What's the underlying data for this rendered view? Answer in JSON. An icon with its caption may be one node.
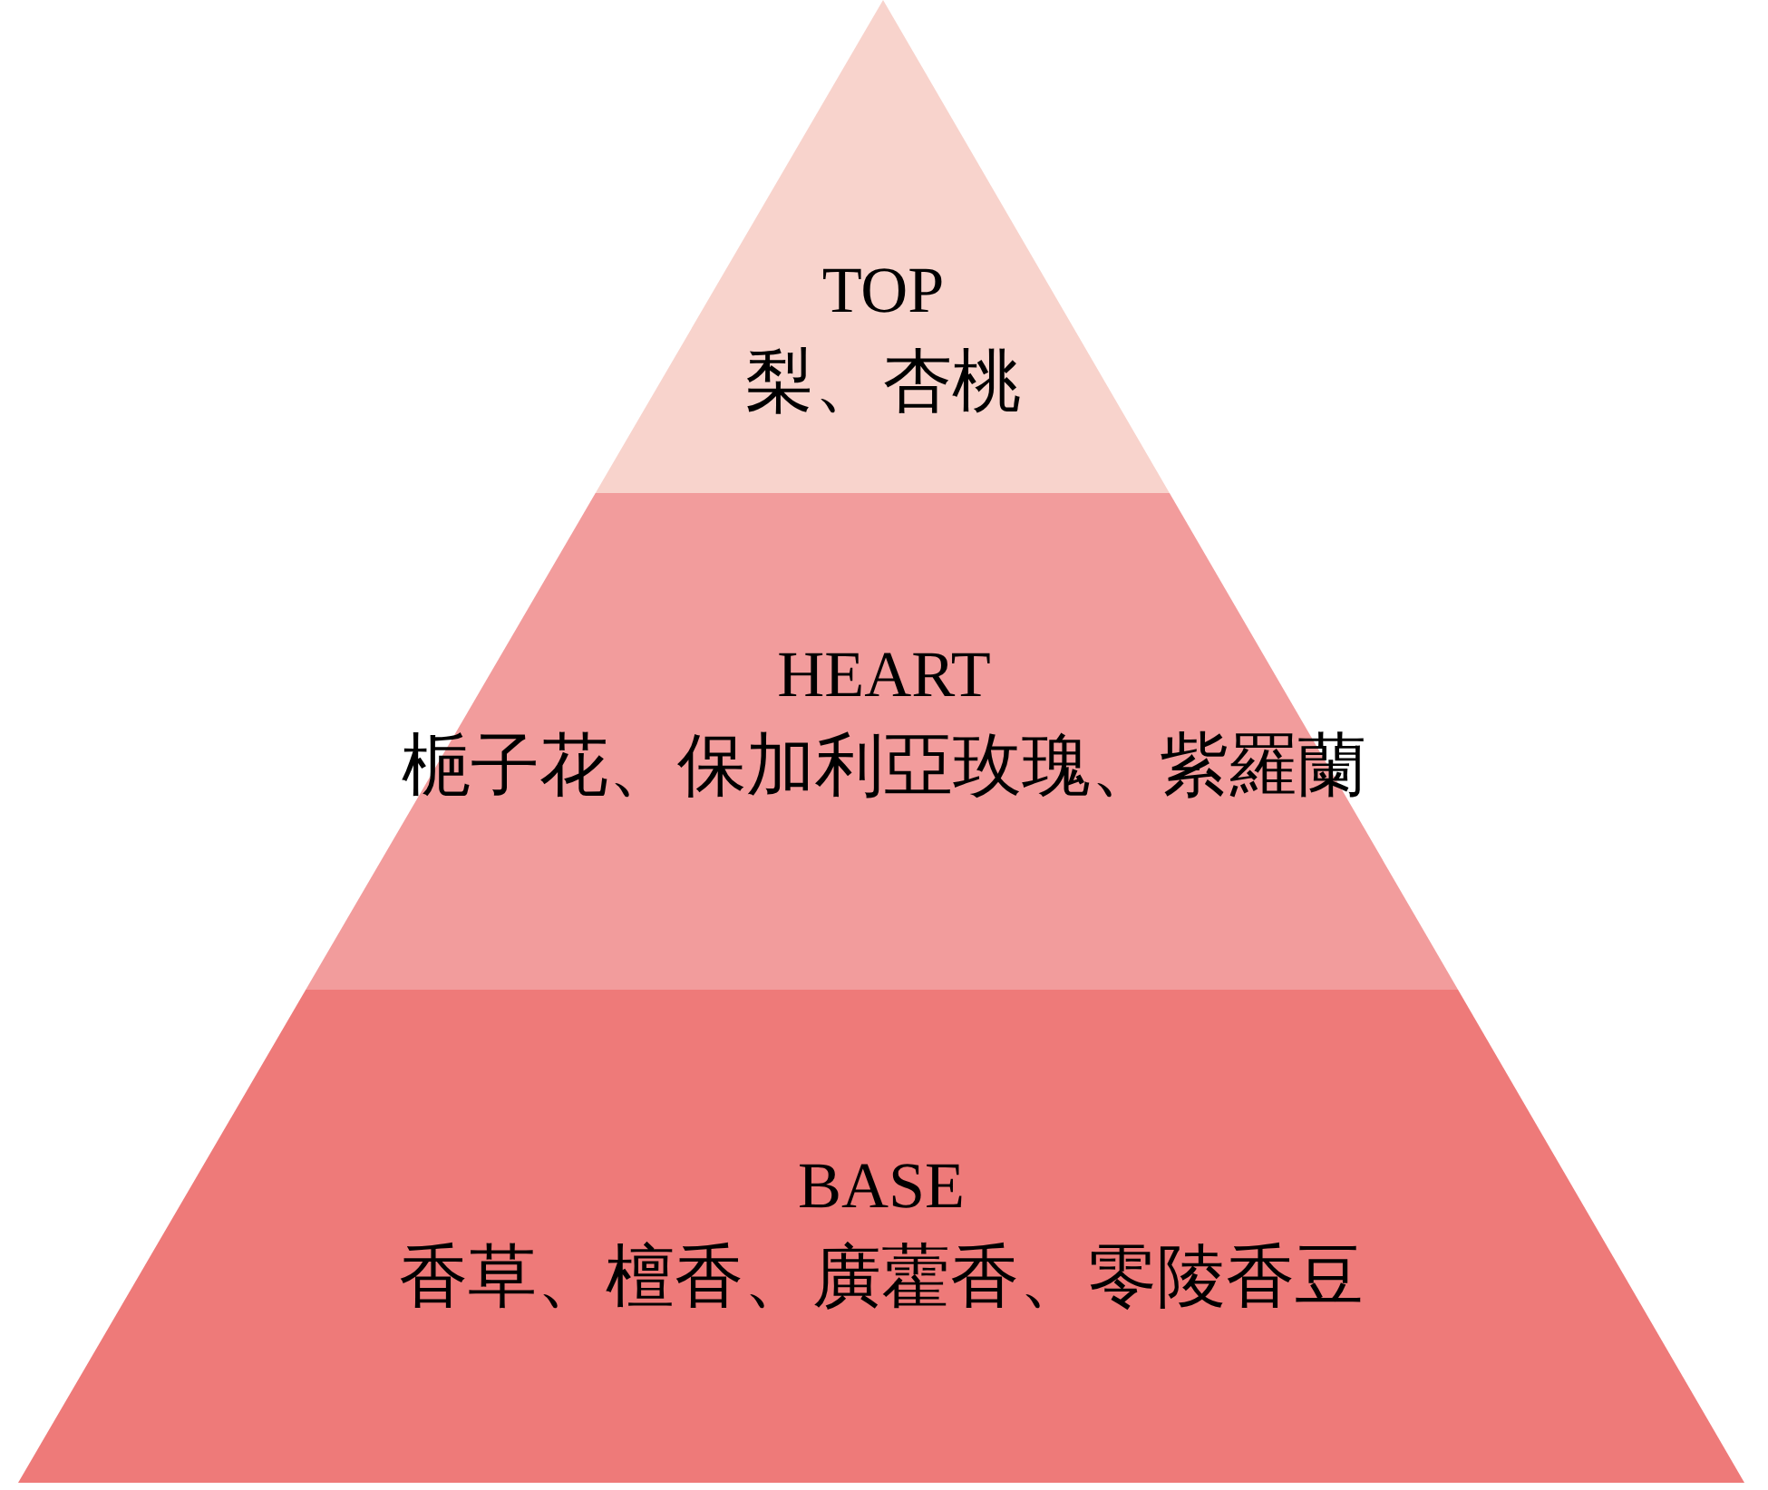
{
  "diagram": {
    "nodes": [
      {
        "text": [
          "TOP",
          "梨、杏桃"
        ]
      },
      {
        "text": [
          "HEART",
          "梔子花、保加利亞玫瑰、紫羅蘭"
        ]
      },
      {
        "text": [
          "BASE",
          "香草、檀香、廣藿香、零陵香豆"
        ]
      }
    ]
  }
}
